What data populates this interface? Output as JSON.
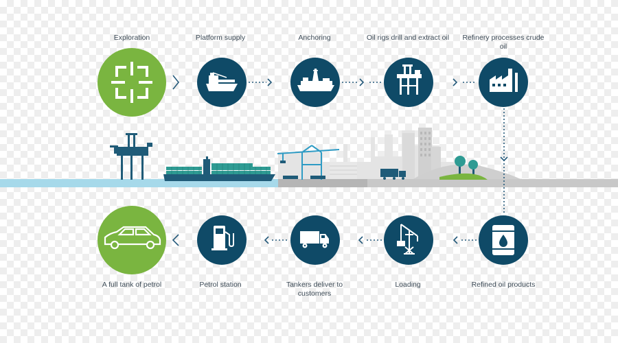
{
  "colors": {
    "navy": "#0f4a67",
    "green": "#7ab540",
    "water": "#a6d9ea",
    "ground": "#c8c8c8",
    "dotted": "#24597a"
  },
  "top_row": [
    {
      "label": "Exploration",
      "icon": "crosshair-icon"
    },
    {
      "label": "Platform supply",
      "icon": "supply-ship-icon"
    },
    {
      "label": "Anchoring",
      "icon": "drill-ship-icon"
    },
    {
      "label": "Oil rigs drill and extract oil",
      "icon": "oil-rig-icon"
    },
    {
      "label": "Refinery processes crude oil",
      "icon": "refinery-icon"
    }
  ],
  "bottom_row": [
    {
      "label": "A full tank of petrol",
      "icon": "car-icon"
    },
    {
      "label": "Petrol station",
      "icon": "fuel-pump-icon"
    },
    {
      "label": "Tankers deliver to customers",
      "icon": "truck-icon"
    },
    {
      "label": "Loading",
      "icon": "crane-icon"
    },
    {
      "label": "Refined oil products",
      "icon": "oil-barrel-icon"
    }
  ]
}
